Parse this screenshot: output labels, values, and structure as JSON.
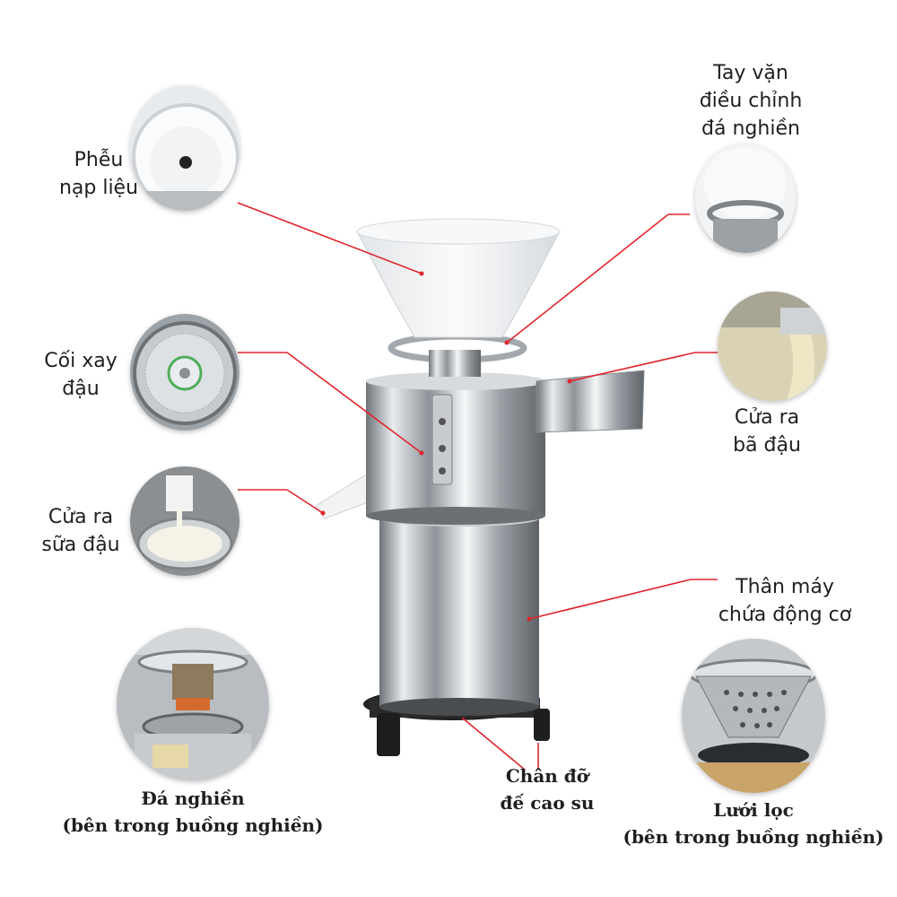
{
  "colors": {
    "leader_line": "#e0252b",
    "steel": "#b9bec3",
    "hopper": "#eef0f2",
    "base": "#2a2a2a"
  },
  "labels": {
    "hopper": [
      "Phễu",
      "nạp liệu"
    ],
    "grinder_bowl": [
      "Cối xay",
      "đậu"
    ],
    "milk_outlet": [
      "Cửa ra",
      "sữa đậu"
    ],
    "adjust_handle": [
      "Tay vặn",
      "điều chỉnh",
      "đá nghiền"
    ],
    "pulp_outlet": [
      "Cửa ra",
      "bã đậu"
    ],
    "motor_body": [
      "Thân máy",
      "chứa động cơ"
    ],
    "grinding_stone": [
      "Đá nghiền",
      "(bên trong buồng nghiền)"
    ],
    "rubber_feet": [
      "Chân đỡ",
      "đế cao su"
    ],
    "filter_mesh": [
      "Lưới lọc",
      "(bên trong buồng nghiền)"
    ]
  },
  "icons": {
    "hopper": "hopper-photo-icon",
    "grinder_bowl": "grinder-bowl-photo-icon",
    "milk_outlet": "milk-outlet-photo-icon",
    "grinding_stone": "grinding-stone-photo-icon",
    "adjust_handle": "adjust-handle-photo-icon",
    "pulp_outlet": "pulp-outlet-photo-icon",
    "filter_mesh": "filter-mesh-photo-icon",
    "machine": "soy-milk-machine-illustration"
  }
}
